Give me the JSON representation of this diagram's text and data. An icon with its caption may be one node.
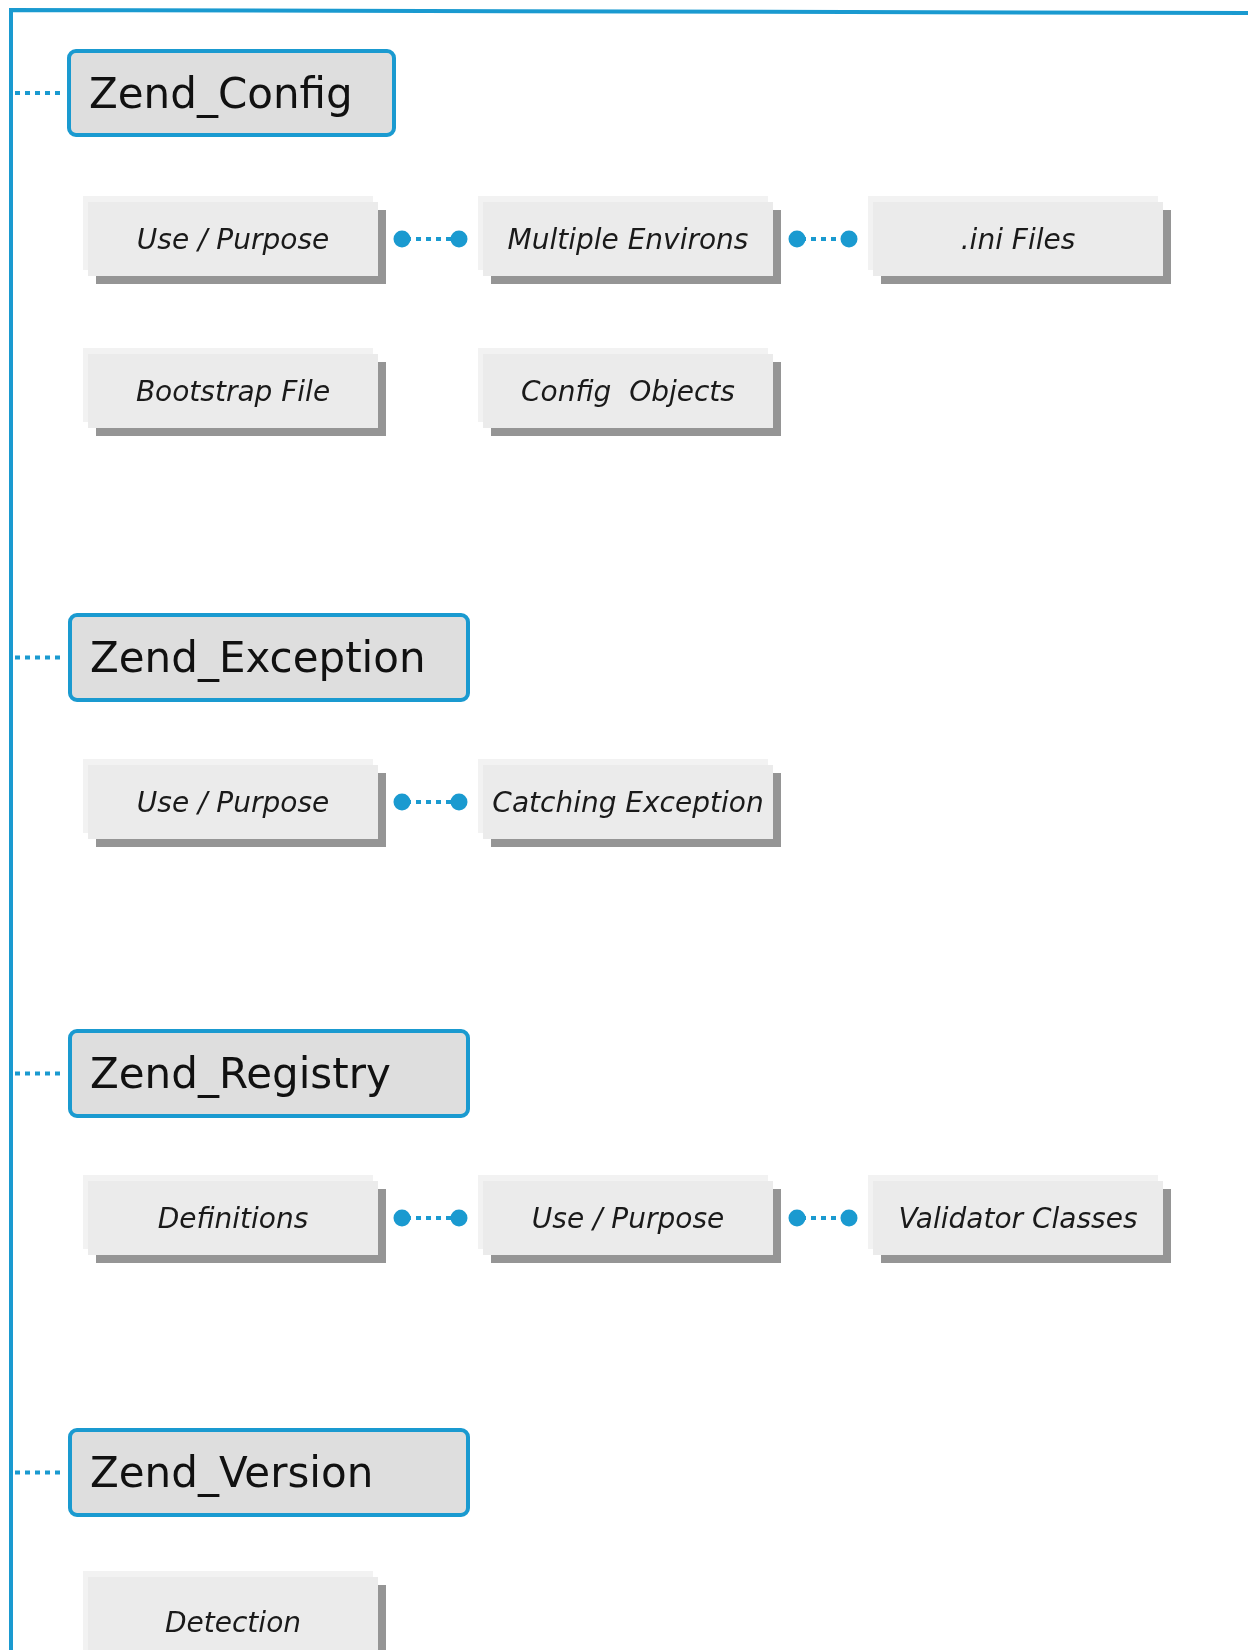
{
  "diagram": {
    "nodes": [
      {
        "text": [
          "Zend_Config"
        ]
      },
      {
        "text": [
          "Use / Purpose"
        ]
      },
      {
        "text": [
          "Multiple Environs"
        ]
      },
      {
        "text": [
          ".ini Files"
        ]
      },
      {
        "text": [
          "Bootstrap File"
        ]
      },
      {
        "text": [
          "Config  Objects"
        ]
      },
      {
        "text": [
          "Zend_Exception"
        ]
      },
      {
        "text": [
          "Use / Purpose"
        ]
      },
      {
        "text": [
          "Catching Exception"
        ]
      },
      {
        "text": [
          "Zend_Registry"
        ]
      },
      {
        "text": [
          "Definitions"
        ]
      },
      {
        "text": [
          "Use / Purpose"
        ]
      },
      {
        "text": [
          "Validator Classes"
        ]
      },
      {
        "text": [
          "Zend_Version"
        ]
      },
      {
        "text": [
          "Detection"
        ]
      }
    ],
    "edges": [
      {
        "from": null,
        "to": 0,
        "arrow": "none",
        "style": "dashed"
      },
      {
        "from": 1,
        "to": 2,
        "arrow": "other",
        "style": "dashed"
      },
      {
        "from": 2,
        "to": 3,
        "arrow": "other",
        "style": "dashed"
      },
      {
        "from": null,
        "to": 6,
        "arrow": "none",
        "style": "dashed"
      },
      {
        "from": 7,
        "to": 8,
        "arrow": "other",
        "style": "dashed"
      },
      {
        "from": null,
        "to": 9,
        "arrow": "none",
        "style": "dashed"
      },
      {
        "from": 10,
        "to": 11,
        "arrow": "other",
        "style": "dashed"
      },
      {
        "from": 11,
        "to": 12,
        "arrow": "other",
        "style": "dashed"
      },
      {
        "from": null,
        "to": 13,
        "arrow": "none",
        "style": "dashed"
      }
    ]
  }
}
